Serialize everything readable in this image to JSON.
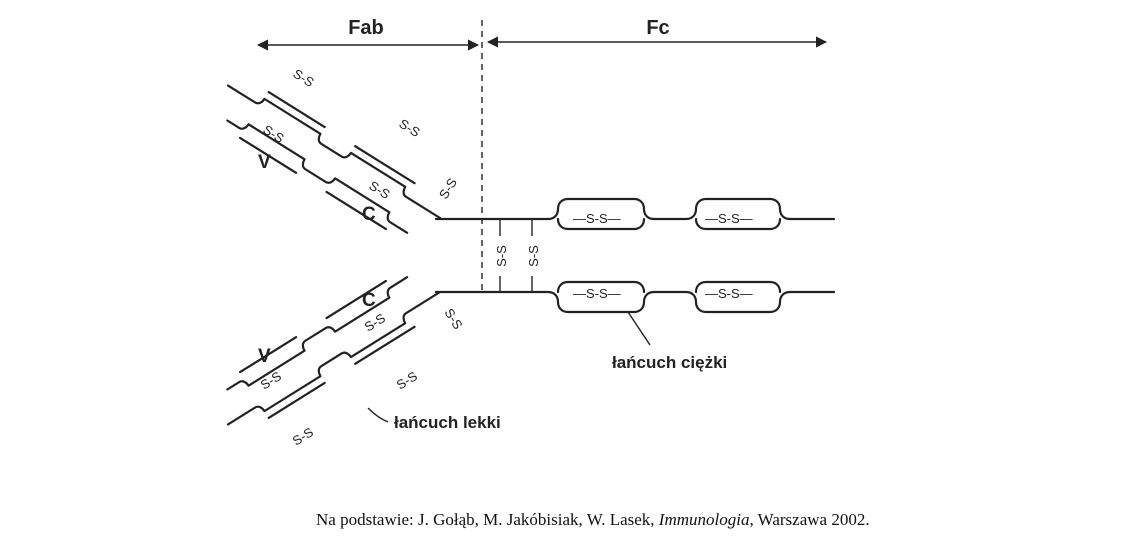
{
  "diagram": {
    "fab_label": "Fab",
    "fc_label": "Fc",
    "v_label_upper": "V",
    "c_label_upper": "C",
    "v_label_lower": "V",
    "c_label_lower": "C",
    "disulfide_label": "S-S",
    "heavy_chain_label": "łańcuch ciężki",
    "light_chain_label": "łańcuch lekki"
  },
  "caption": {
    "prefix": "Na podstawie: J. Gołąb, M. Jakóbisiak, W. Lasek, ",
    "title": "Immunologia",
    "suffix": ", Warszawa 2002."
  }
}
